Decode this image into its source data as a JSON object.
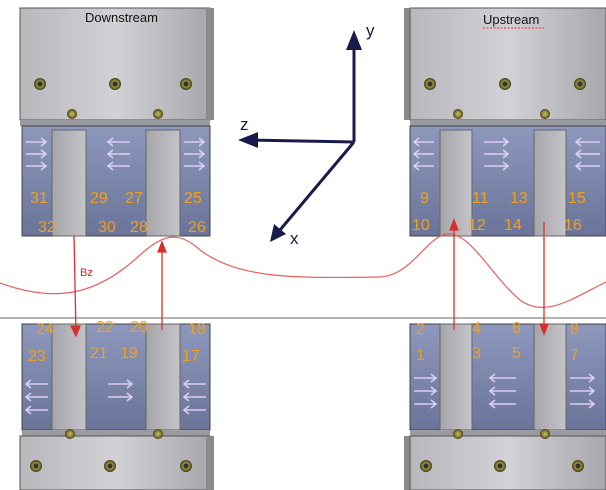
{
  "labels": {
    "downstream": "Downstream",
    "upstream": "Upstream",
    "field": "Bz"
  },
  "axes": {
    "y": "y",
    "z": "z",
    "x": "x"
  },
  "magnet_numbers": {
    "downstream_top_row1": [
      "31",
      "29",
      "27",
      "25"
    ],
    "downstream_top_row2": [
      "32",
      "30",
      "28",
      "26"
    ],
    "upstream_top_row1": [
      "9",
      "11",
      "13",
      "15"
    ],
    "upstream_top_row2": [
      "10",
      "12",
      "14",
      "16"
    ],
    "downstream_bottom_row1": [
      "24",
      "22",
      "20",
      "18"
    ],
    "downstream_bottom_row2": [
      "23",
      "21",
      "19",
      "17"
    ],
    "upstream_bottom_row1": [
      "2",
      "4",
      "6",
      "8"
    ],
    "upstream_bottom_row2": [
      "1",
      "3",
      "5",
      "7"
    ]
  },
  "colors": {
    "steel": "#c8c8cc",
    "magnet": "#7f8bb0",
    "pole": "#b4b4b8",
    "arrow": "#d8c8f0",
    "number": "#f0a01e",
    "field": "#e04040",
    "axis": "#1a1a4a"
  }
}
